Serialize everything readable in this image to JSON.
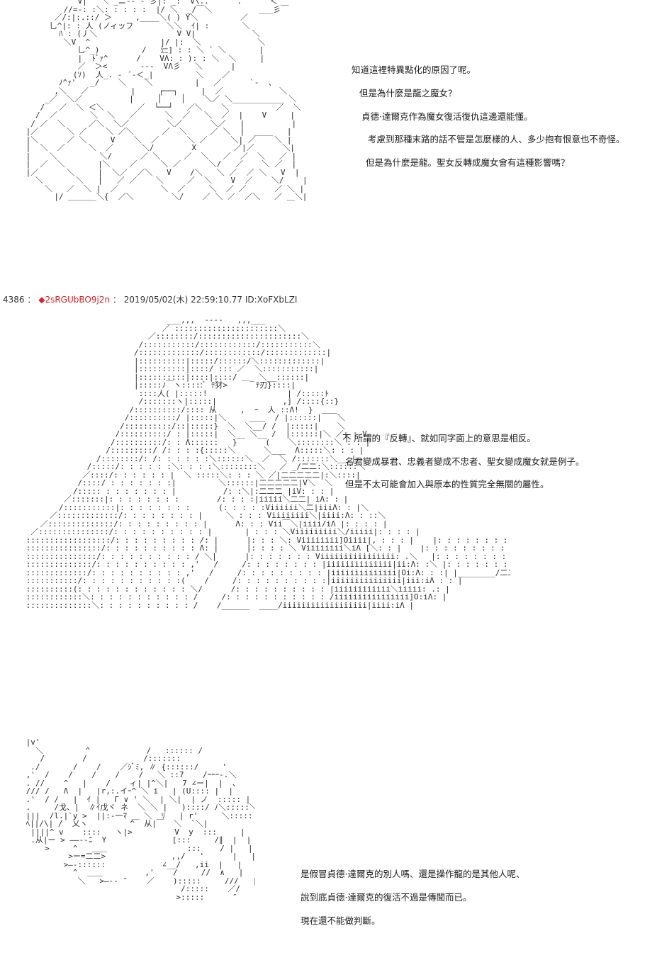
{
  "panel1": {
    "lines": [
      "知道這裡特異點化的原因了呢。",
      "但是為什麼是龍之魔女？",
      "貞德·達爾克作為魔女復活復仇這邊還能懂。",
      "考慮到那種末路的話不管是怎麼樣的人、多少抱有恨意也不奇怪。",
      "但是為什麼是龍。聖女反轉成魔女會有這種影響嗎？"
    ]
  },
  "post": {
    "number": "4386",
    "separator": "：",
    "name_mark": "◆",
    "trip": "2sRGUbBO9j2n",
    "date": "2019/05/02(木) 22:59:10.77",
    "id": "ID:XoFXbLZI"
  },
  "panel2": {
    "lines": [
      "不 所謂的『反轉』、就如同字面上的意思是相反。",
      "名君變成暴君、忠義者變成不忠者、聖女變成魔女就是例子。",
      "但是不太可能會加入與原本的性質完全無關的屬性。"
    ]
  },
  "panel3": {
    "lines": [
      "是假冒貞德·達爾克的別人嗎、還是操作龍的是其他人呢、",
      "說到底貞德·達爾克的復活不過是傳聞而已。",
      "現在還不能做判斷。"
    ]
  },
  "colors": {
    "trip_name": "#d8232a",
    "text": "#1a1a1a"
  }
}
